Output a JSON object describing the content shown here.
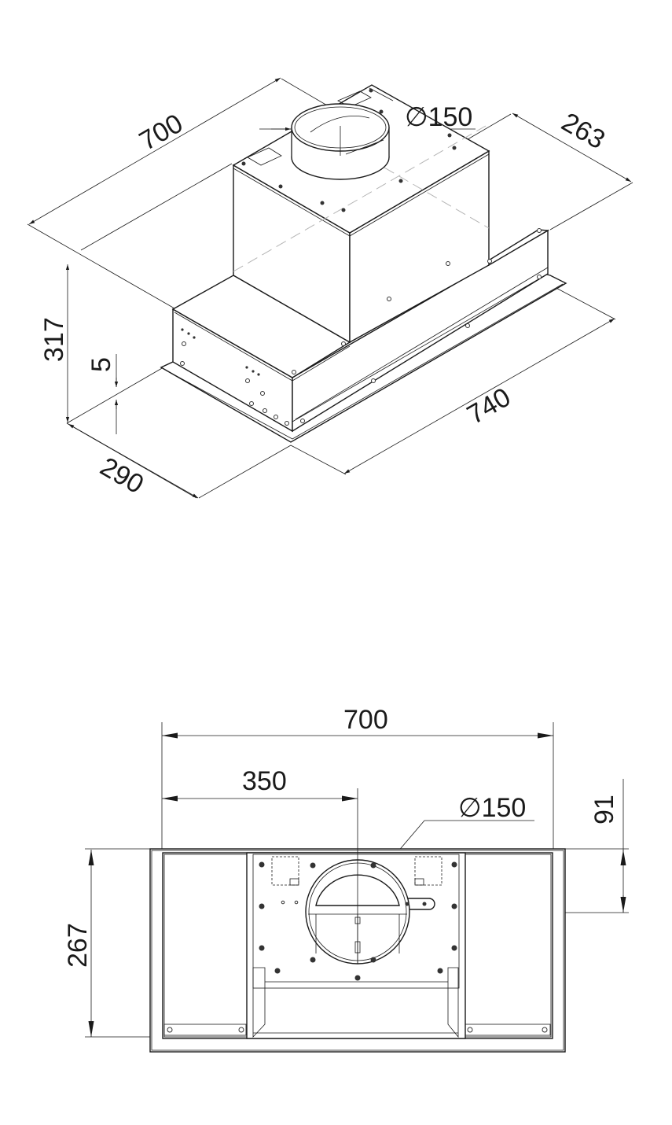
{
  "drawing": {
    "subject": "Built-in cooker hood dimension drawing",
    "background_color": "#ffffff",
    "line_color": "#1a1a1a",
    "isometric_view": {
      "dimensions": {
        "width_top": "700",
        "duct_diameter": "∅150",
        "depth_top": "263",
        "height": "317",
        "flange_thickness": "5",
        "depth_bottom": "290",
        "width_bottom": "740"
      }
    },
    "front_view": {
      "dimensions": {
        "width": "700",
        "duct_center_offset": "350",
        "duct_diameter": "∅150",
        "duct_center_height": "91",
        "height": "267"
      }
    }
  }
}
